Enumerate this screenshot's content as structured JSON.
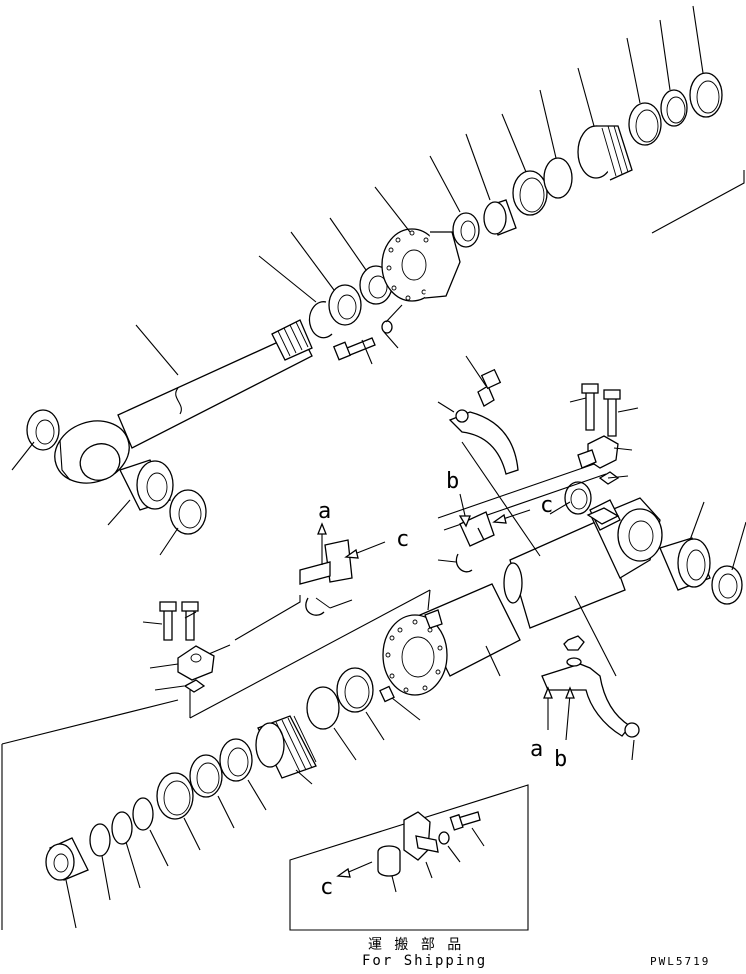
{
  "diagram": {
    "labels": {
      "a": "a",
      "b": "b",
      "c": "c"
    },
    "caption_jp": "運 搬 部 品",
    "caption_en": "For Shipping",
    "drawing_code": "PWL5719"
  }
}
